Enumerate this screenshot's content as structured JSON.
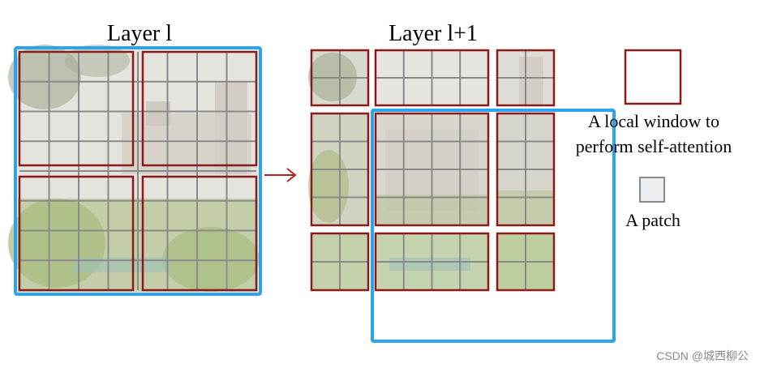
{
  "layer_left_title": "Layer l",
  "layer_right_title": "Layer l+1",
  "legend": {
    "window_label_line1": "A local window to",
    "window_label_line2": "perform self-attention",
    "patch_label": "A patch"
  },
  "watermark": "CSDN @城西柳公",
  "colors": {
    "window_border": "#8b1a1a",
    "shift_box": "#2aa3f0",
    "patch_grid": "#8a8a8a",
    "arrow": "#b22222"
  }
}
